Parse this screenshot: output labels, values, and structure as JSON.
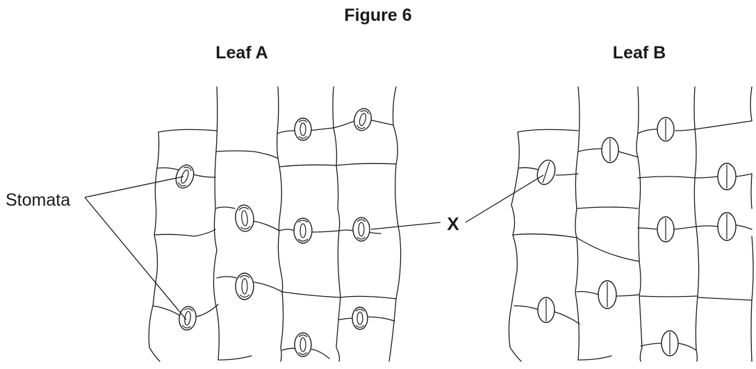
{
  "figure": {
    "title": "Figure 6",
    "leaf_a_label": "Leaf A",
    "leaf_b_label": "Leaf B",
    "stomata_label": "Stomata",
    "x_label": "X"
  },
  "leaf_a": {
    "stomata_state": "open"
  },
  "leaf_b": {
    "stomata_state": "closed"
  }
}
